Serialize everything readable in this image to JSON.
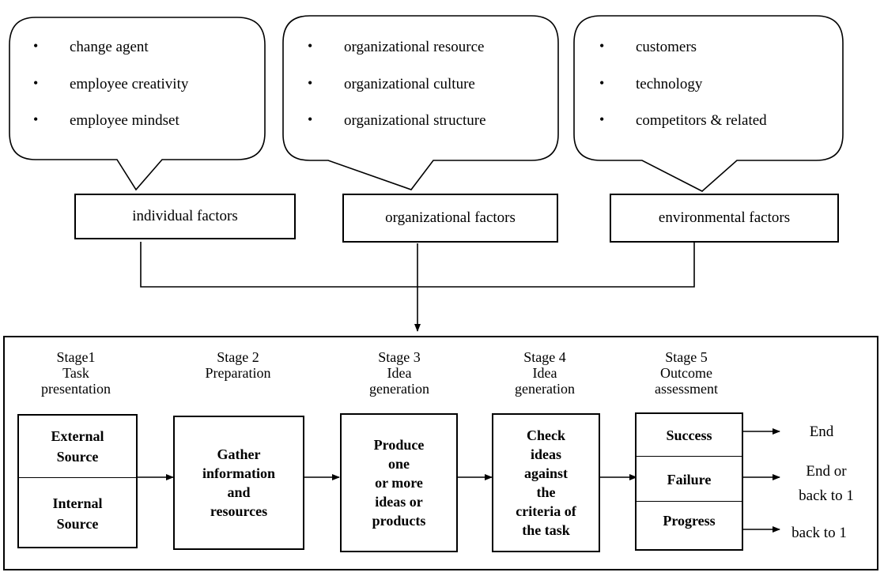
{
  "callouts": [
    {
      "items": [
        "change agent",
        "employee creativity",
        "employee mindset"
      ]
    },
    {
      "items": [
        "organizational resource",
        "organizational culture",
        "organizational structure"
      ]
    },
    {
      "items": [
        "customers",
        "technology",
        "competitors & related"
      ]
    }
  ],
  "bullet_symbol": "•",
  "factors": [
    {
      "label": "individual factors"
    },
    {
      "label": "organizational factors"
    },
    {
      "label": "environmental factors"
    }
  ],
  "stages": [
    {
      "lines": [
        "Stage1",
        "Task",
        "presentation"
      ]
    },
    {
      "lines": [
        "Stage 2",
        "Preparation"
      ]
    },
    {
      "lines": [
        "Stage 3",
        "Idea",
        "generation"
      ]
    },
    {
      "lines": [
        "Stage 4",
        "Idea",
        "generation"
      ]
    },
    {
      "lines": [
        "Stage 5",
        "Outcome",
        "assessment"
      ]
    }
  ],
  "process": {
    "source_top": [
      "External",
      "Source"
    ],
    "source_bottom": [
      "Internal",
      "Source"
    ],
    "gather": [
      "Gather",
      "information",
      "and",
      "resources"
    ],
    "produce": [
      "Produce",
      "one",
      "or more",
      "ideas or",
      "products"
    ],
    "check": [
      "Check",
      "ideas",
      "against",
      "the",
      "criteria of",
      "the task"
    ],
    "outcomes": [
      "Success",
      "Failure",
      "Progress"
    ]
  },
  "results": [
    [
      "End"
    ],
    [
      "End or",
      "back to 1"
    ],
    [
      "back to 1"
    ]
  ]
}
